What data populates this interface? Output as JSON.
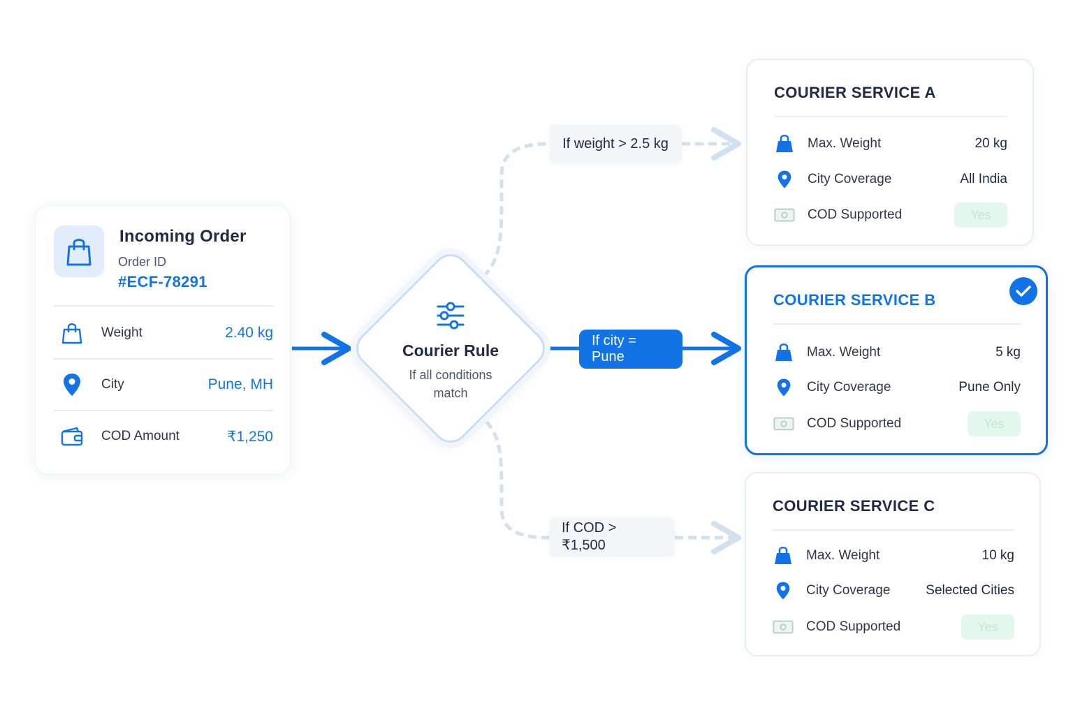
{
  "colors": {
    "accent": "#1273e6",
    "badge_bg": "#e2f7ee",
    "dashed_connector": "#d2e1ef"
  },
  "order": {
    "title": "Incoming Order",
    "id_label": "Order ID",
    "id_value": "#ECF-78291",
    "icon": "shopping-bag-icon",
    "rows": [
      {
        "icon": "bag-outline-icon",
        "label": "Weight",
        "value": "2.40 kg"
      },
      {
        "icon": "map-pin-icon",
        "label": "City",
        "value": "Pune, MH"
      },
      {
        "icon": "wallet-icon",
        "label": "COD Amount",
        "value": "₹1,250"
      }
    ]
  },
  "rule": {
    "icon": "sliders-icon",
    "title": "Courier Rule",
    "subtitle_line1": "If all conditions",
    "subtitle_line2": "match"
  },
  "conditions": [
    {
      "label": "If weight > 2.5 kg",
      "active": false
    },
    {
      "label": "If city = Pune",
      "active": true
    },
    {
      "label": "If COD > ₹1,500",
      "active": false
    }
  ],
  "couriers": [
    {
      "title": "COURIER SERVICE A",
      "selected": false,
      "rows": [
        {
          "icon": "bag-filled-icon",
          "label": "Max. Weight",
          "value": "20 kg"
        },
        {
          "icon": "map-pin-icon",
          "label": "City Coverage",
          "value": "All India"
        },
        {
          "icon": "banknote-icon",
          "label": "COD Supported",
          "value": "Yes"
        }
      ]
    },
    {
      "title": "COURIER SERVICE B",
      "selected": true,
      "rows": [
        {
          "icon": "bag-filled-icon",
          "label": "Max. Weight",
          "value": "5 kg"
        },
        {
          "icon": "map-pin-icon",
          "label": "City Coverage",
          "value": "Pune Only"
        },
        {
          "icon": "banknote-icon",
          "label": "COD Supported",
          "value": "Yes"
        }
      ]
    },
    {
      "title": "COURIER SERVICE C",
      "selected": false,
      "rows": [
        {
          "icon": "bag-filled-icon",
          "label": "Max. Weight",
          "value": "10 kg"
        },
        {
          "icon": "map-pin-icon",
          "label": "City Coverage",
          "value": "Selected Cities"
        },
        {
          "icon": "banknote-icon",
          "label": "COD Supported",
          "value": "Yes"
        }
      ]
    }
  ]
}
